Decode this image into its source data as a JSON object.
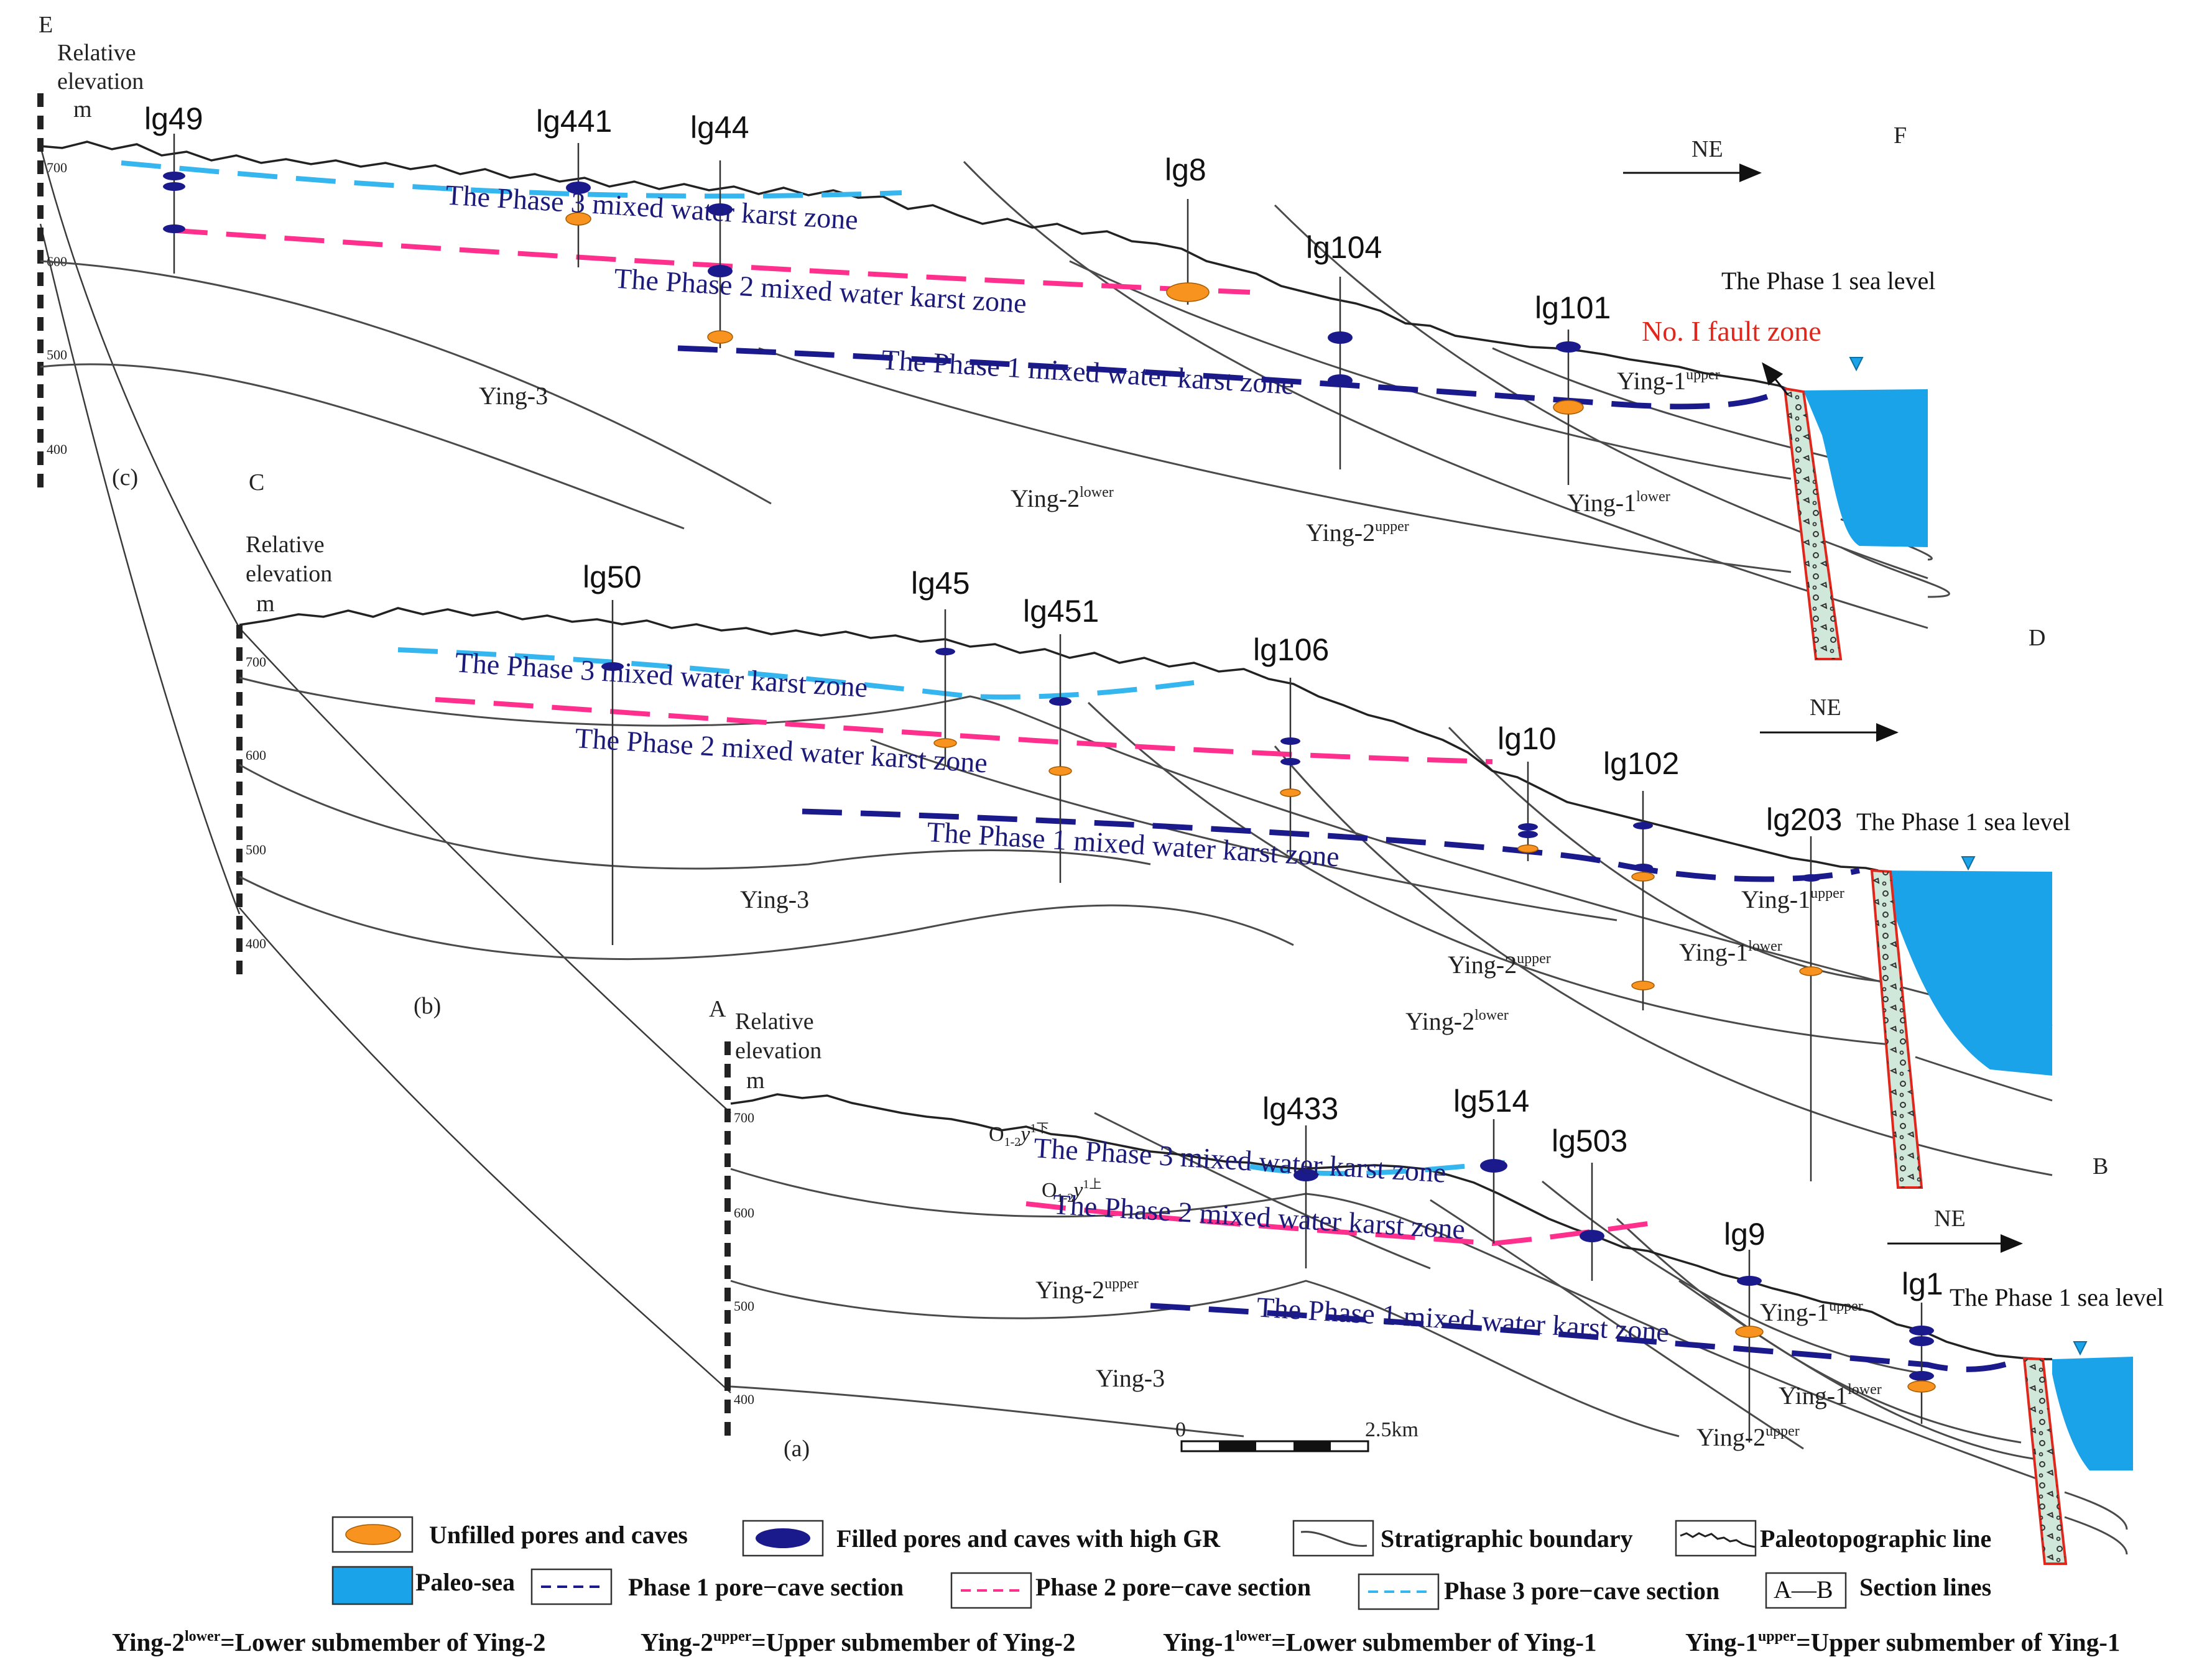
{
  "figure": {
    "panel_labels": {
      "a": "(a)",
      "b": "(b)",
      "c": "(c)"
    },
    "section_ends": {
      "A": "A",
      "B": "B",
      "C": "C",
      "D": "D",
      "E": "E",
      "F": "F"
    },
    "axis_title_line1": "Relative",
    "axis_title_line2": "elevation",
    "axis_unit": "m",
    "elevation_ticks": [
      "700",
      "600",
      "500",
      "400"
    ],
    "direction": "NE",
    "sea_level": "The Phase 1 sea level",
    "fault_zone": "No. I fault zone",
    "zones": {
      "phase3": "The Phase 3 mixed water karst zone",
      "phase2": "The Phase 2 mixed water karst zone",
      "phase1": "The Phase 1 mixed water karst zone"
    },
    "units": {
      "ying3": "Ying-3",
      "ying2": "Ying-2",
      "ying1": "Ying-1",
      "upper": "upper",
      "lower": "lower",
      "o12_base": "O",
      "o12_sub": "1-2",
      "o12_y": "y",
      "o12_sup_lower": "1下",
      "o12_sup_upper": "1上"
    },
    "scale_bar": {
      "start": "0",
      "end": "2.5km"
    }
  },
  "wells": {
    "c": [
      "lg49",
      "lg441",
      "lg44",
      "lg8",
      "lg104",
      "lg101"
    ],
    "b": [
      "lg50",
      "lg45",
      "lg451",
      "lg106",
      "lg10",
      "lg102",
      "lg203"
    ],
    "a": [
      "lg433",
      "lg514",
      "lg503",
      "lg9",
      "lg1"
    ]
  },
  "legend": {
    "unfilled": "Unfilled pores and caves",
    "filled": "Filled pores and caves with high GR",
    "strat_boundary": "Stratigraphic boundary",
    "paleotopo": "Paleotopographic line",
    "paleo_sea": "Paleo-sea",
    "phase1_section": "Phase 1 pore−cave section",
    "phase2_section": "Phase 2 pore−cave section",
    "phase3_section": "Phase 3 pore−cave section",
    "section_lines": "Section lines",
    "section_line_label": "A—B"
  },
  "footnote": {
    "ying2_lower_def": "=Lower submember of Ying-2",
    "ying2_upper_def": "=Upper submember of Ying-2",
    "ying1_lower_def": "=Lower submember of Ying-1",
    "ying1_upper_def": "=Upper submember of Ying-1"
  },
  "colors": {
    "phase1": "#1a1a8c",
    "phase2": "#ff2f8e",
    "phase3": "#35b6ee",
    "sea": "#1aa3e8",
    "unfilled": "#f7931e",
    "fault_fill": "#cfe8d9",
    "fault_edge": "#e1261c"
  }
}
